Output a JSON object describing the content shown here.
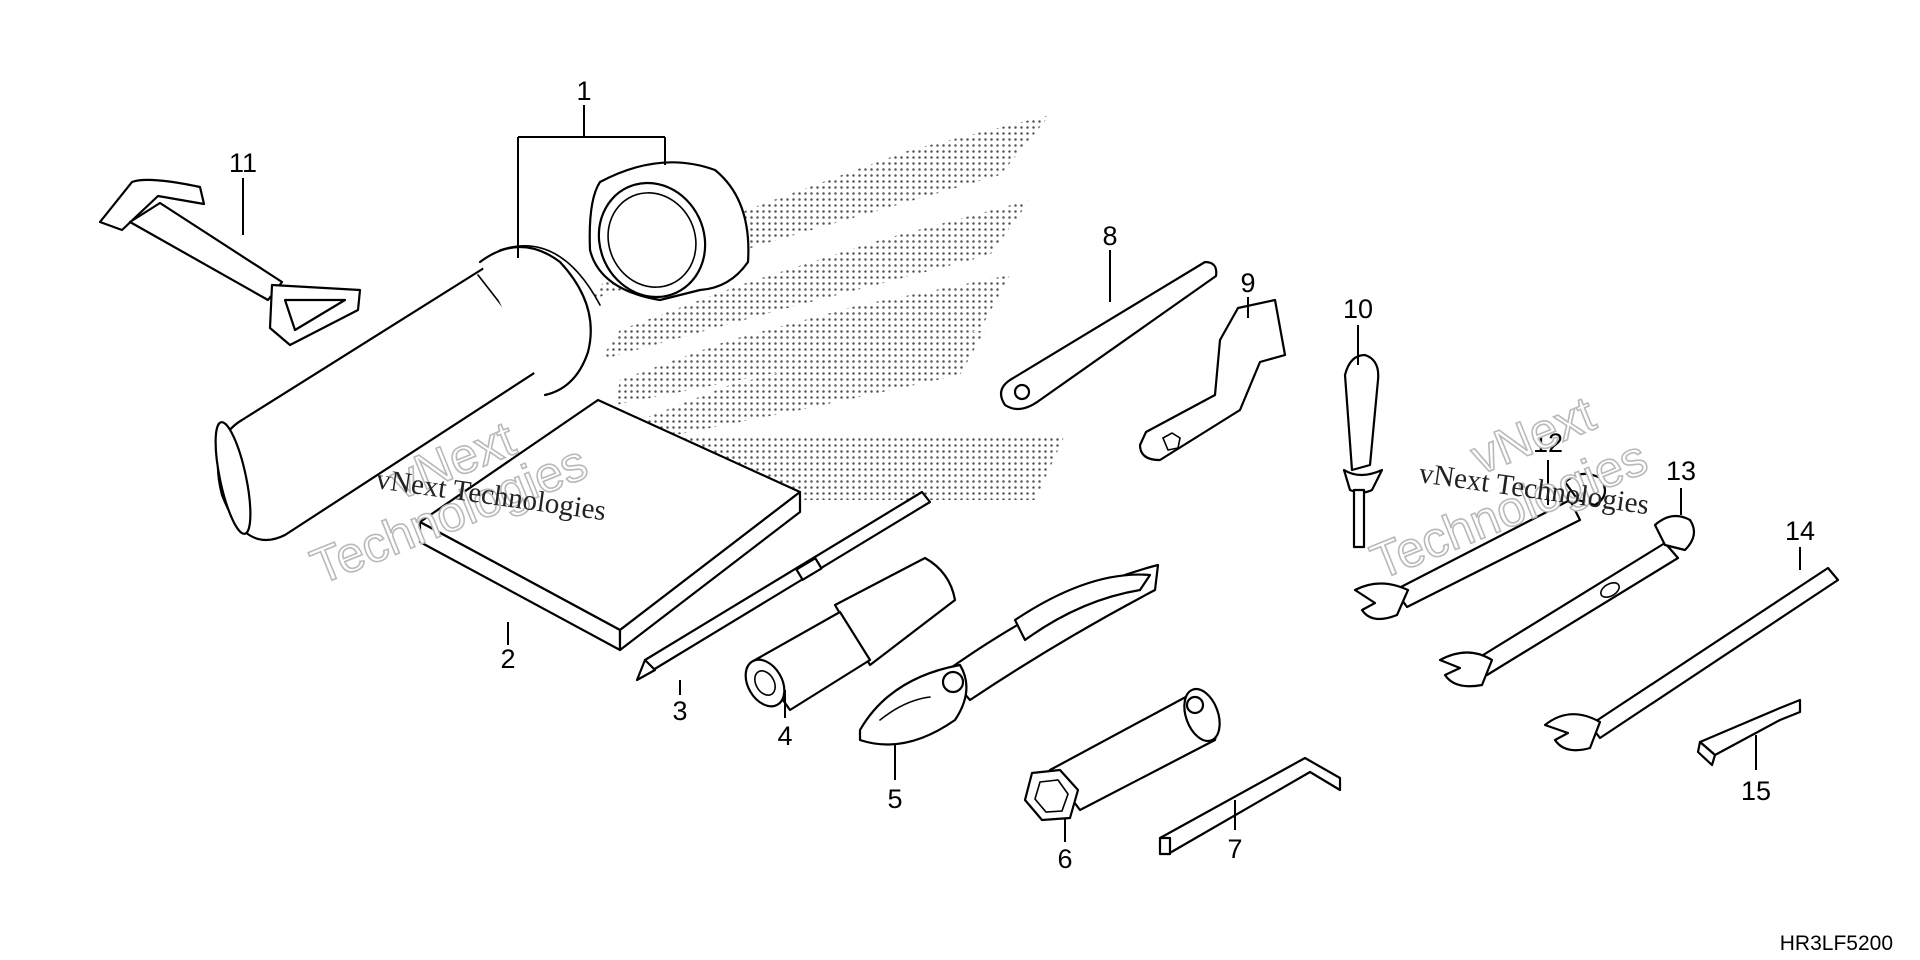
{
  "diagram": {
    "callouts": [
      "1",
      "2",
      "3",
      "4",
      "5",
      "6",
      "7",
      "8",
      "9",
      "10",
      "11",
      "12",
      "13",
      "14",
      "15"
    ],
    "diagram_code": "HR3LF5200",
    "watermark": {
      "line1": "vNext",
      "line2": "Technologies",
      "inline": "vNext Technologies"
    }
  }
}
